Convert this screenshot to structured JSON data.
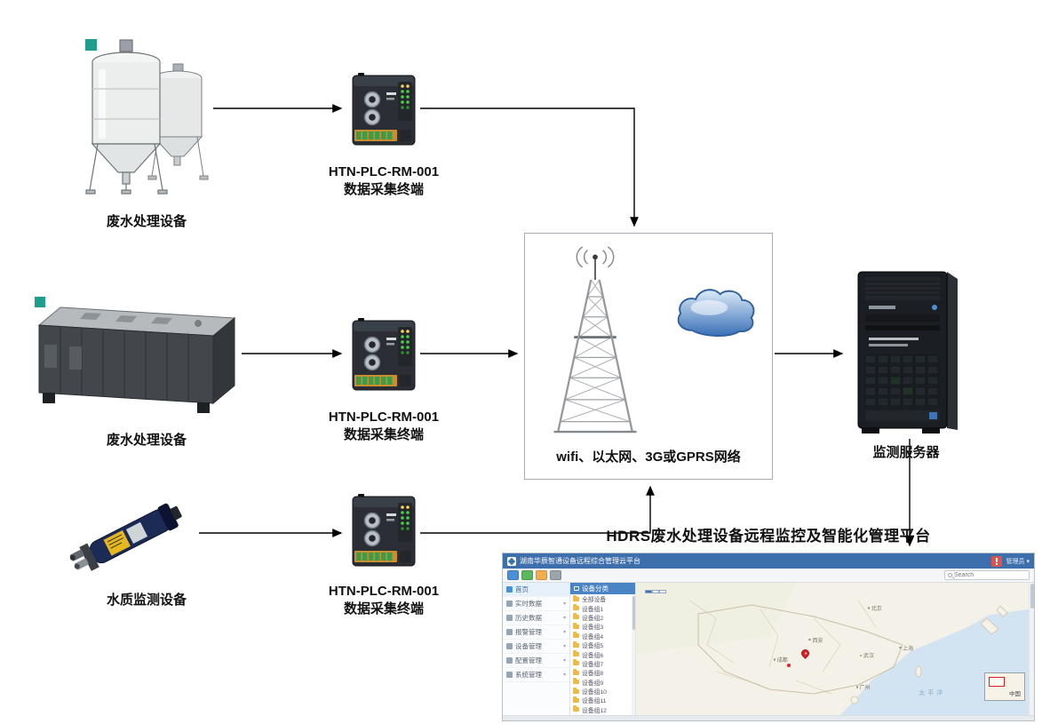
{
  "diagram": {
    "device_tanks_label": "废水处理设备",
    "device_container_label": "废水处理设备",
    "device_probe_label": "水质监测设备",
    "plc_model": "HTN-PLC-RM-001",
    "plc_subtitle": "数据采集终端",
    "network_label": "wifi、以太网、3G或GPRS网络",
    "server_label": "监测服务器",
    "platform_title": "HDRS废水处理设备远程监控及智能化管理平台"
  },
  "webapp": {
    "header": {
      "title": "湖南华辰智通设备远程综合管理云平台",
      "user_label": "管理员",
      "user_caret": "▾"
    },
    "toolbar": {
      "search_placeholder": "Search"
    },
    "sidebar": {
      "items": [
        {
          "label": "首页",
          "caret": ""
        },
        {
          "label": "实时数据",
          "caret": "▾"
        },
        {
          "label": "历史数据",
          "caret": "▾"
        },
        {
          "label": "报警管理",
          "caret": "▾"
        },
        {
          "label": "设备管理",
          "caret": "▾"
        },
        {
          "label": "配置管理",
          "caret": "▾"
        },
        {
          "label": "系统管理",
          "caret": "▾"
        }
      ]
    },
    "tree": {
      "title": "设备分类",
      "items": [
        "全部设备",
        "设备组1",
        "设备组2",
        "设备组3",
        "设备组4",
        "设备组5",
        "设备组6",
        "设备组7",
        "设备组8",
        "设备组9",
        "设备组10",
        "设备组11",
        "设备组12"
      ]
    },
    "map": {
      "type_buttons": [
        "地图",
        "卫星",
        "三维"
      ],
      "cities": [
        "北京",
        "西安",
        "上海",
        "武汉",
        "成都",
        "广州"
      ],
      "ocean_label": "太平洋",
      "inset_label": "中国"
    }
  },
  "colors": {
    "accent_blue": "#3d6fad",
    "alarm_red": "#d9534f",
    "marker_red": "#e02020",
    "watermark_teal": "#1f9e8e"
  }
}
